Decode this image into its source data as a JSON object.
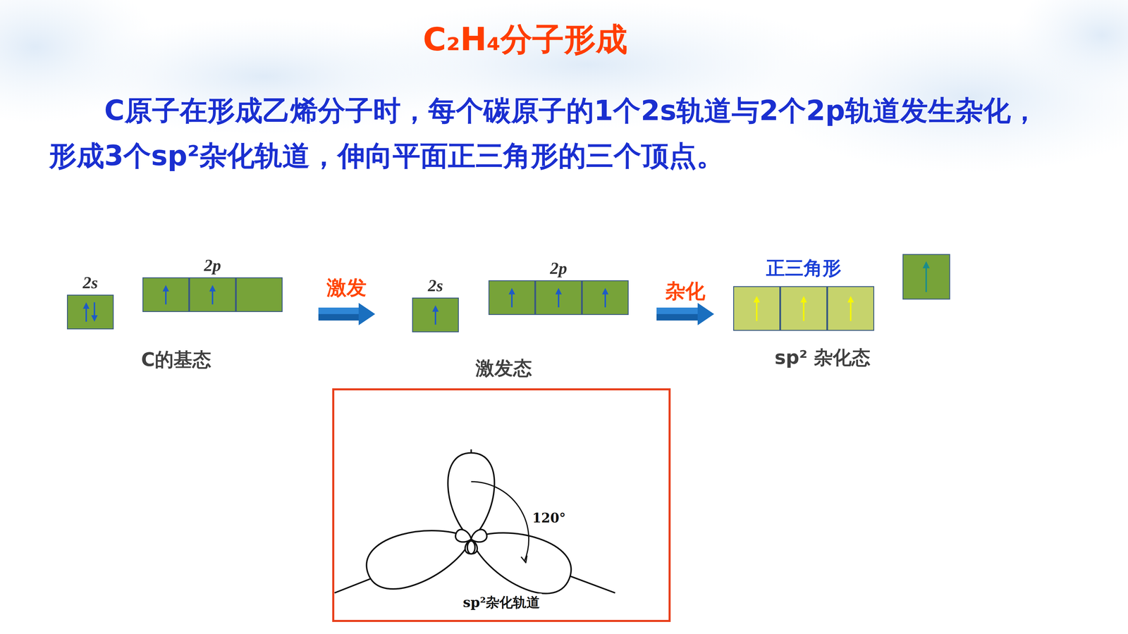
{
  "diagram": {
    "title": "C₂H₄分子形成",
    "nodes": [
      {
        "text": [
          "2s"
        ]
      },
      {
        "text": [
          "2p"
        ]
      },
      {
        "text": [
          "2s"
        ]
      },
      {
        "text": [
          "2p"
        ]
      },
      {
        "text": [
          "正三角形"
        ]
      },
      {
        "text": [
          "sp²杂化轨道"
        ]
      }
    ],
    "edges": [
      {
        "from": 1,
        "to": 2,
        "arrow": "to",
        "label": "激发"
      },
      {
        "from": 3,
        "to": 4,
        "arrow": "to",
        "label": "杂化"
      }
    ],
    "labels": [
      "C原子在形成乙烯分子时，每个碳原子的1个2s轨道与2个2p轨道发生杂化，形成3个sp²杂化轨道，伸向平面正三角形的三个顶点。",
      "C的基态",
      "激发态",
      "sp² 杂化态",
      "120°"
    ]
  }
}
